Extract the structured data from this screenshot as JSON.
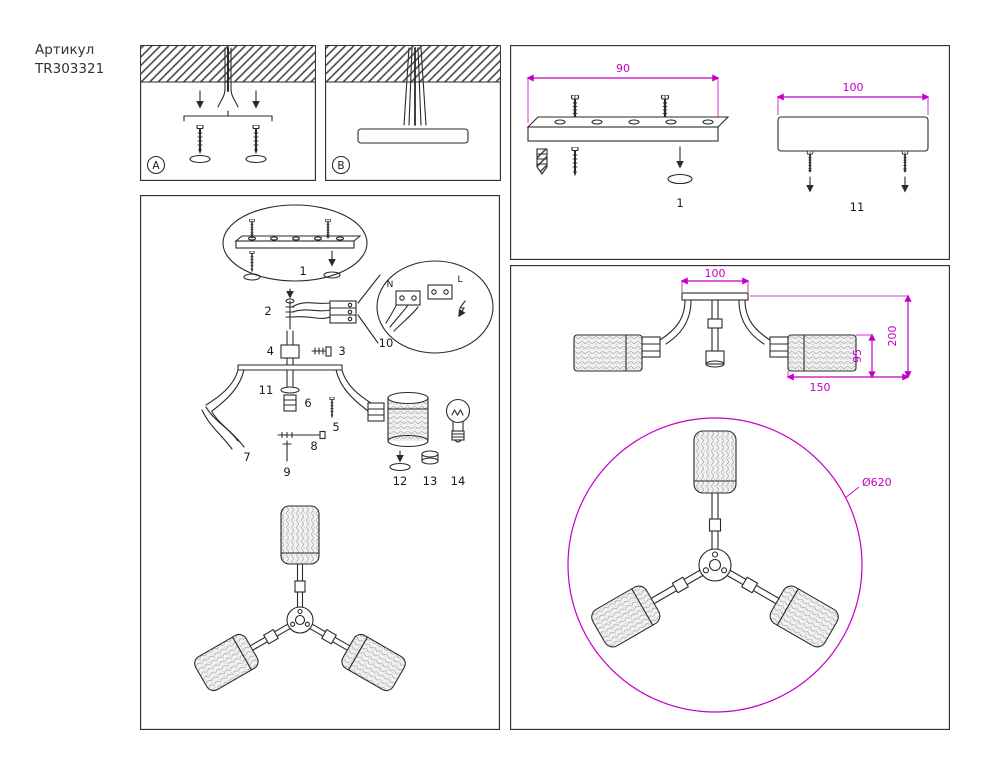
{
  "header": {
    "label": "Артикул",
    "article": "TR303321"
  },
  "panel_a": {
    "label": "A"
  },
  "panel_b": {
    "label": "B"
  },
  "hardware_panel": {
    "bar_width": "90",
    "canopy_width": "100",
    "anchor_part": "1",
    "screw_part": "11"
  },
  "dimension_panel": {
    "top_width": "100",
    "total_height": "200",
    "shade_height": "95",
    "shade_width": "150",
    "diameter": "Ø620"
  },
  "exploded_panel": {
    "parts": {
      "p1": "1",
      "p2": "2",
      "p3": "3",
      "p4": "4",
      "p5": "5",
      "p6": "6",
      "p7": "7",
      "p8": "8",
      "p9": "9",
      "p10": "10",
      "p11": "11",
      "p12": "12",
      "p13": "13",
      "p14": "14"
    },
    "wiring": {
      "neutral": "N",
      "live": "L"
    }
  },
  "colors": {
    "accent": "#c400c4",
    "line": "#2a2a2a"
  }
}
